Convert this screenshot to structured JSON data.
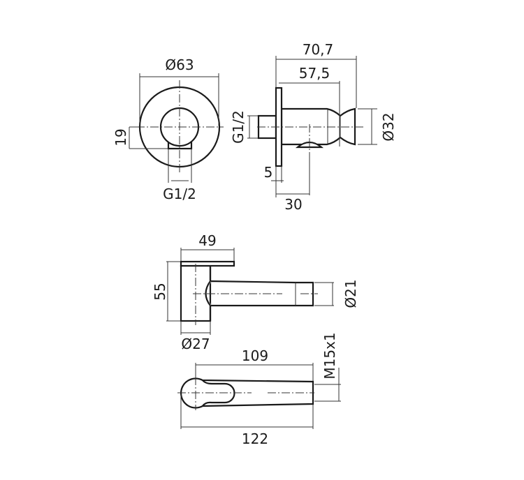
{
  "front_view": {
    "diameter": "Ø63",
    "offset": "19",
    "thread": "G1/2"
  },
  "side_view": {
    "overall_length": "70,7",
    "body_length": "57,5",
    "diameter": "Ø32",
    "thread": "G1/2",
    "flange_thickness": "5",
    "hook_offset": "30"
  },
  "spout_side_view": {
    "plate_width": "49",
    "height": "55",
    "tip_diameter": "Ø21",
    "base_diameter": "Ø27"
  },
  "spout_top_view": {
    "length_to_tip": "109",
    "overall_length": "122",
    "tip_thread": "M15x1"
  }
}
